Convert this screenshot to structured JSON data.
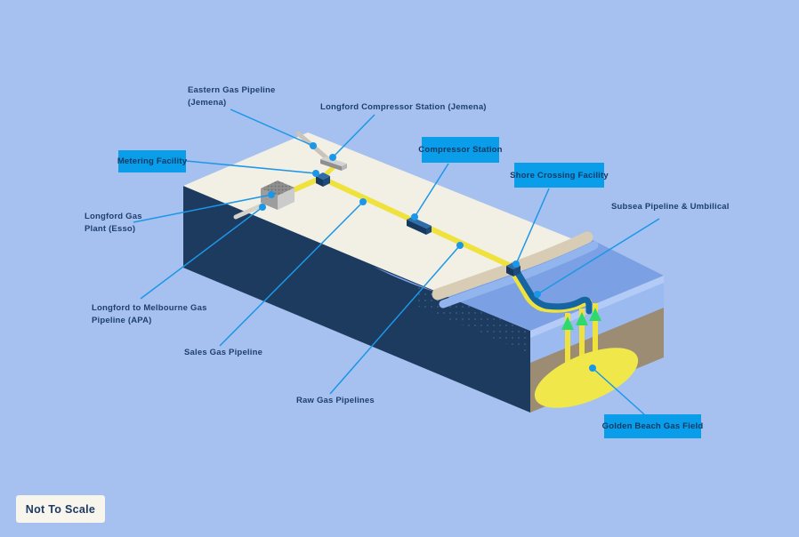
{
  "colors": {
    "background": "#a6c1ef",
    "label_box": "#0a9de9",
    "label_text_dark": "#1e3f6e",
    "leader_blue": "#1b97e8",
    "land": "#f2efe4",
    "sea": "#7ba0e4",
    "beach": "#d8cdb4",
    "navy_face": "#1d3a5f",
    "seabed": "#9c8c74",
    "water_side": "#9bbaf0",
    "pipeline_yellow": "#efe23c",
    "subsea_pipe": "#1565a3",
    "gas_field": "#f0e84a",
    "arrow_green": "#2fd96e"
  },
  "labels": {
    "eastern_gas": {
      "line1": "Eastern Gas Pipeline",
      "line2": "(Jemena)"
    },
    "longford_compressor": {
      "text": "Longford Compressor Station (Jemena)"
    },
    "metering": {
      "text": "Metering Facility"
    },
    "compressor": {
      "text": "Compressor Station"
    },
    "shore_crossing": {
      "text": "Shore Crossing Facility"
    },
    "subsea": {
      "text": "Subsea Pipeline & Umbilical"
    },
    "longford_plant": {
      "line1": "Longford Gas",
      "line2": "Plant (Esso)"
    },
    "melbourne_pipeline": {
      "line1": "Longford to Melbourne Gas",
      "line2": "Pipeline (APA)"
    },
    "sales_gas": {
      "text": "Sales Gas Pipeline"
    },
    "raw_gas": {
      "text": "Raw Gas Pipelines"
    },
    "golden_beach": {
      "text": "Golden Beach Gas Field"
    },
    "not_to_scale": {
      "text": "Not To Scale"
    }
  }
}
